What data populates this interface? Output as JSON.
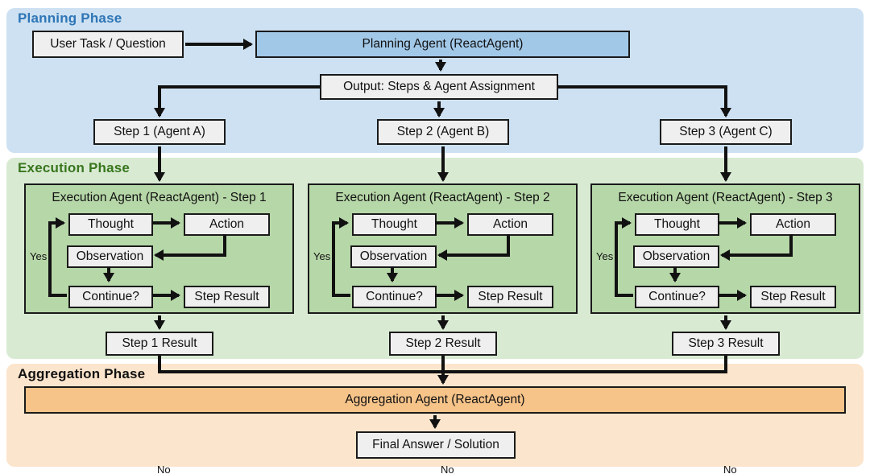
{
  "planning": {
    "label": "Planning Phase",
    "user_task": "User Task / Question",
    "agent": "Planning Agent (ReactAgent)",
    "output": "Output: Steps & Agent Assignment",
    "steps": [
      "Step 1 (Agent A)",
      "Step 2 (Agent B)",
      "Step 3 (Agent C)"
    ]
  },
  "execution": {
    "label": "Execution Phase",
    "panels": [
      {
        "title": "Execution Agent (ReactAgent) - Step 1",
        "result": "Step 1 Result"
      },
      {
        "title": "Execution Agent (ReactAgent) - Step 2",
        "result": "Step 2 Result"
      },
      {
        "title": "Execution Agent (ReactAgent) - Step 3",
        "result": "Step 3 Result"
      }
    ],
    "loop": {
      "thought": "Thought",
      "action": "Action",
      "observation": "Observation",
      "continue": "Continue?",
      "step_result": "Step Result",
      "yes": "Yes",
      "no": "No"
    }
  },
  "aggregation": {
    "label": "Aggregation Phase",
    "agent": "Aggregation Agent (ReactAgent)",
    "final": "Final Answer / Solution"
  },
  "colors": {
    "planning_band": "#cde1f2",
    "planning_heading": "#2e75b6",
    "planning_agent_fill": "#a2c8e8",
    "execution_band": "#d9ead3",
    "execution_heading": "#38761d",
    "panel_fill": "#b6d7a8",
    "aggregation_band": "#fce5cd",
    "aggregation_heading": "#111111",
    "aggregation_agent_fill": "#f6c389",
    "node_fill": "#efefef",
    "line": "#111111"
  }
}
